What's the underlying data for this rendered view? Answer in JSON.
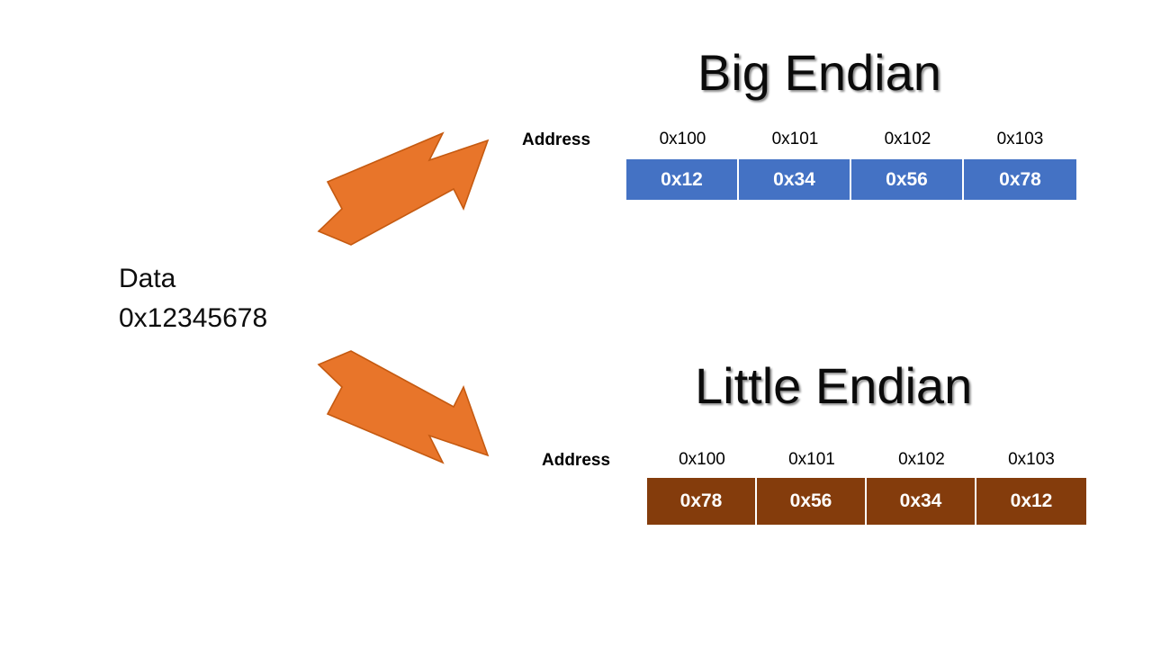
{
  "diagram": {
    "title_big": "Big Endian",
    "title_little": "Little Endian",
    "data_label": "Data",
    "data_value": "0x12345678",
    "address_label": "Address",
    "arrow_up_name": "arrow-up-right",
    "arrow_down_name": "arrow-down-right"
  },
  "colors": {
    "big_endian_cell": "#4472C4",
    "little_endian_cell": "#843C0C",
    "arrow_fill": "#E8752A",
    "arrow_stroke": "#C55A11",
    "text": "#000000",
    "cell_text": "#FFFFFF"
  },
  "big_endian": {
    "title": "Big Endian",
    "address_label": "Address",
    "addresses": [
      "0x100",
      "0x101",
      "0x102",
      "0x103"
    ],
    "bytes": [
      "0x12",
      "0x34",
      "0x56",
      "0x78"
    ]
  },
  "little_endian": {
    "title": "Little Endian",
    "address_label": "Address",
    "addresses": [
      "0x100",
      "0x101",
      "0x102",
      "0x103"
    ],
    "bytes": [
      "0x78",
      "0x56",
      "0x34",
      "0x12"
    ]
  }
}
